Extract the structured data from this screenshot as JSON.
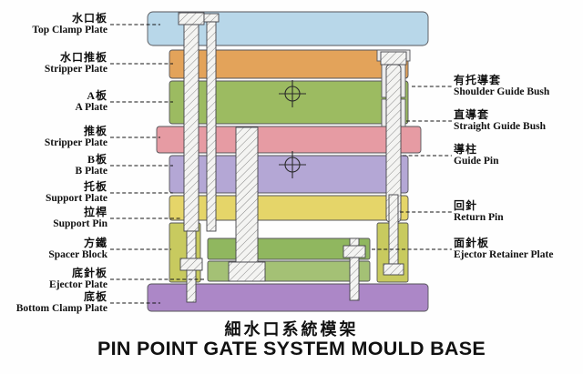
{
  "title": {
    "zh": "細水口系統模架",
    "en": "PIN POINT GATE SYSTEM MOULD BASE"
  },
  "labels": {
    "left": [
      {
        "zh": "水口板",
        "en": "Top Clamp Plate"
      },
      {
        "zh": "水口推板",
        "en": "Stripper Plate"
      },
      {
        "zh": "A板",
        "en": "A Plate"
      },
      {
        "zh": "推板",
        "en": "Stripper Plate"
      },
      {
        "zh": "B板",
        "en": "B Plate"
      },
      {
        "zh": "托板",
        "en": "Support Plate"
      },
      {
        "zh": "拉桿",
        "en": "Support Pin"
      },
      {
        "zh": "方鐵",
        "en": "Spacer Block"
      },
      {
        "zh": "底針板",
        "en": "Ejector Plate"
      },
      {
        "zh": "底板",
        "en": "Bottom Clamp Plate"
      }
    ],
    "right": [
      {
        "zh": "有托導套",
        "en": "Shoulder Guide Bush"
      },
      {
        "zh": "直導套",
        "en": "Straight Guide Bush"
      },
      {
        "zh": "導柱",
        "en": "Guide Pin"
      },
      {
        "zh": "回針",
        "en": "Return Pin"
      },
      {
        "zh": "面針板",
        "en": "Ejector Retainer Plate"
      }
    ]
  },
  "colors": {
    "plate-top-clamp": "#b8d7e9",
    "plate-stripper-top": "#e3a35a",
    "plate-a": "#9cbb61",
    "plate-stripper-mid": "#e69ba3",
    "plate-b": "#b4a7d5",
    "plate-support": "#e5d569",
    "spacer": "#c8ca5f",
    "plate-retainer": "#90b75f",
    "plate-ejector": "#a4c175",
    "plate-bottom-clamp": "#ac87c7",
    "bush": "#ececec",
    "leader": "#151515"
  }
}
